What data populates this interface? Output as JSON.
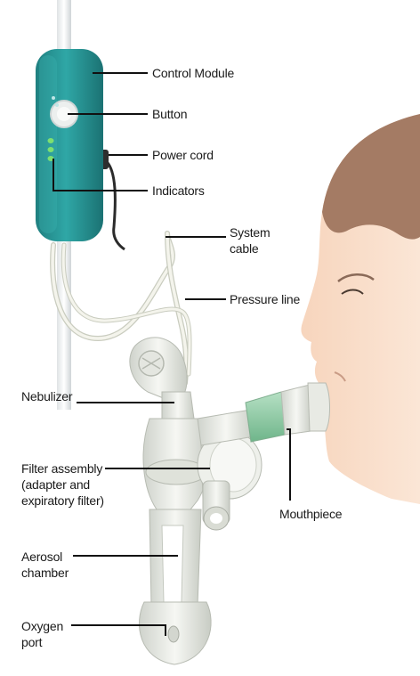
{
  "labels": {
    "control_module": "Control Module",
    "button": "Button",
    "power_cord": "Power cord",
    "indicators": "Indicators",
    "system_cable_1": "System",
    "system_cable_2": "cable",
    "pressure_line": "Pressure line",
    "nebulizer": "Nebulizer",
    "filter_1": "Filter assembly",
    "filter_2": "(adapter and",
    "filter_3": "expiratory filter)",
    "mouthpiece": "Mouthpiece",
    "aerosol_1": "Aerosol",
    "aerosol_2": "chamber",
    "oxygen_1": "Oxygen",
    "oxygen_2": "port"
  },
  "colors": {
    "module": "#2a9e9e",
    "module_dark": "#1f7f80",
    "indicator": "#6fd26a",
    "device": "#eceee8",
    "device_shade": "#c9cec4",
    "mouthpiece_green": "#8fc9a5",
    "skin": "#f7d9c4",
    "hair": "#9a7560",
    "leader": "#111111"
  }
}
